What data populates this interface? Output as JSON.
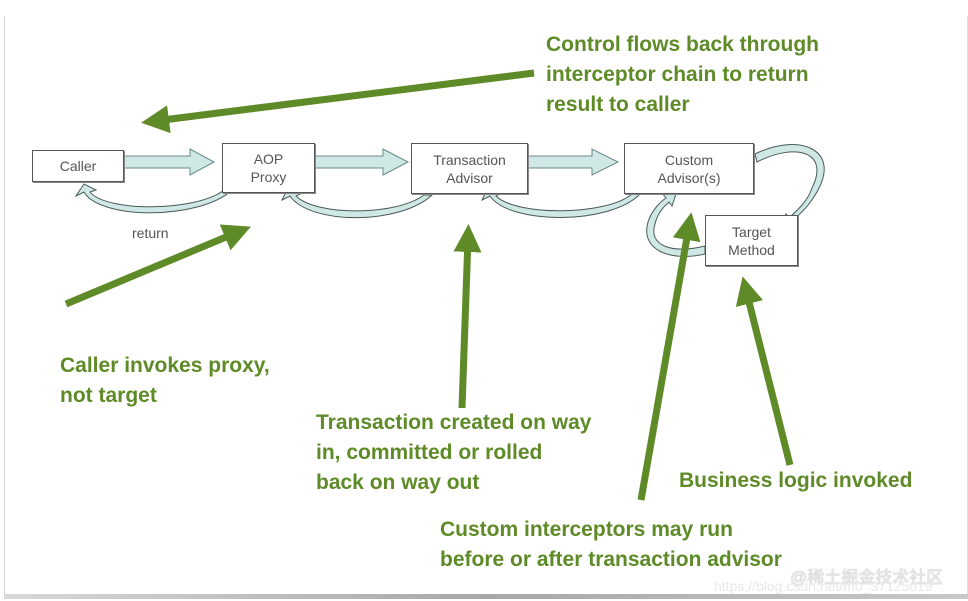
{
  "diagram": {
    "nodes": {
      "caller": "Caller",
      "aop_proxy": "AOP\nProxy",
      "transaction_advisor": "Transaction\nAdvisor",
      "custom_advisors": "Custom\nAdvisor(s)",
      "target_method": "Target\nMethod"
    },
    "return_label": "return",
    "notes": {
      "control_flows_back": "Control flows back through\ninterceptor chain to return\nresult to caller",
      "caller_invokes_proxy": "Caller invokes proxy,\nnot target",
      "transaction_created": "Transaction created on way\nin, committed or rolled\nback on way out",
      "custom_interceptors": "Custom interceptors may run\nbefore or after transaction advisor",
      "business_logic": "Business logic invoked"
    },
    "colors": {
      "annotation_green": "#5e8a27",
      "flow_arrow_fill": "#cfe8e6",
      "box_border": "#555555"
    }
  },
  "watermark": {
    "brand": "@稀土掘金技术社区",
    "url": "https://blog.csdn.net/m0_37125019"
  }
}
